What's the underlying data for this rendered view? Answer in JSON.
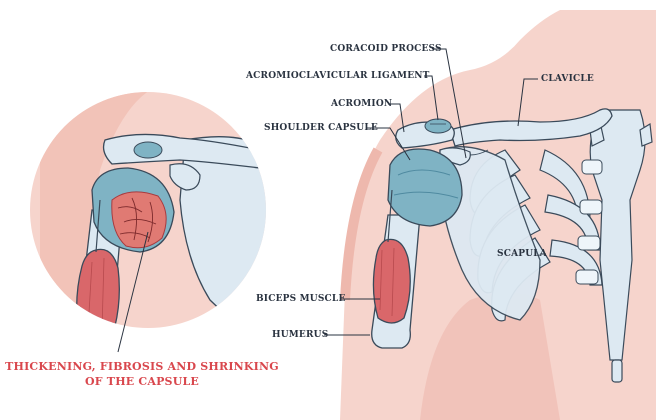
{
  "labels": {
    "coracoid_process": "CORACOID PROCESS",
    "acromioclavicular_ligament": "ACROMIOCLAVICULAR LIGAMENT",
    "acromion": "ACROMION",
    "shoulder_capsule": "SHOULDER CAPSULE",
    "clavicle": "CLAVICLE",
    "scapula": "SCAPULA",
    "biceps_muscle": "BICEPS MUSCLE",
    "humerus": "HUMERUS"
  },
  "caption": {
    "line1": "THICKENING, FIBROSIS AND SHRINKING",
    "line2": "OF THE CAPSULE"
  },
  "colors": {
    "skin": "#f6d4cc",
    "skin_dark": "#eeb8ad",
    "bone": "#dde9f2",
    "bone_outline": "#3a4a5a",
    "capsule": "#7fb3c4",
    "muscle": "#d9676a",
    "inflamed": "#e07a73",
    "caption": "#d9474d"
  }
}
